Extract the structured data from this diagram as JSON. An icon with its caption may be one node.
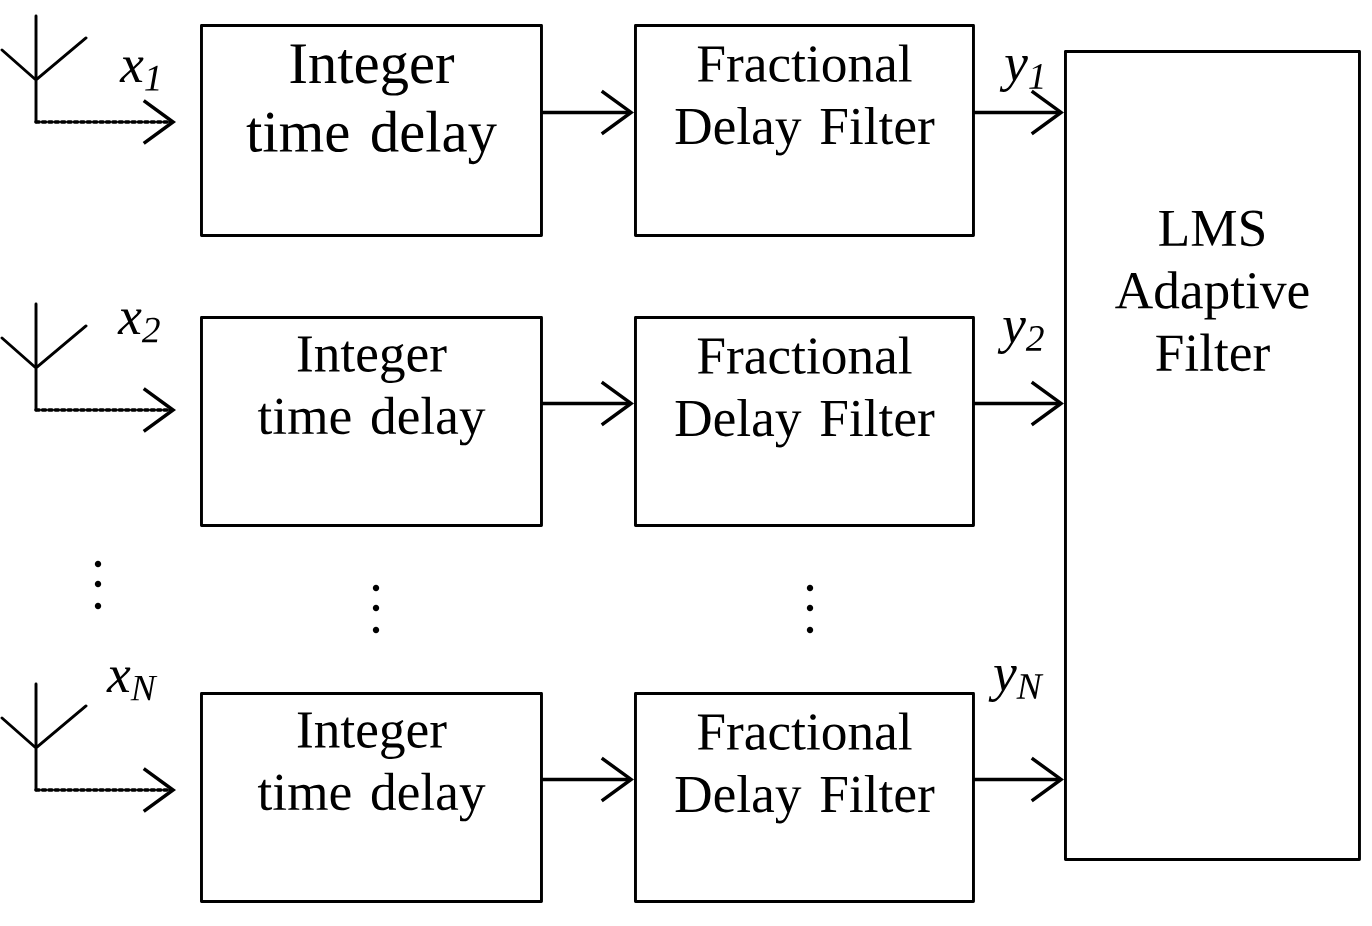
{
  "diagram": {
    "nodes": [
      {
        "text": [],
        "shape": "antenna"
      },
      {
        "text": [
          "Integer time delay"
        ]
      },
      {
        "text": [
          "Fractional Delay Filter"
        ]
      },
      {
        "text": [
          "LMS Adaptive Filter"
        ]
      },
      {
        "text": [],
        "shape": "antenna"
      },
      {
        "text": [
          "Integer time delay"
        ]
      },
      {
        "text": [
          "Fractional Delay Filter"
        ]
      },
      {
        "text": [],
        "shape": "antenna"
      },
      {
        "text": [
          "Integer time delay"
        ]
      },
      {
        "text": [
          "Fractional Delay Filter"
        ]
      }
    ],
    "edges": [
      {
        "from": 0,
        "to": 1,
        "arrow": "to",
        "style": "dashed",
        "label": "x$_{1}$"
      },
      {
        "from": 1,
        "to": 2,
        "arrow": "to"
      },
      {
        "from": 2,
        "to": 3,
        "arrow": "to",
        "label": "y$_{1}$"
      },
      {
        "from": 4,
        "to": 5,
        "arrow": "to",
        "style": "dashed",
        "label": "x$_{2}$"
      },
      {
        "from": 5,
        "to": 6,
        "arrow": "to"
      },
      {
        "from": 6,
        "to": 3,
        "arrow": "to",
        "label": "y$_{2}$"
      },
      {
        "from": 7,
        "to": 8,
        "arrow": "to",
        "style": "dashed",
        "label": "x$_{N}$"
      },
      {
        "from": 8,
        "to": 9,
        "arrow": "to"
      },
      {
        "from": 9,
        "to": 3,
        "arrow": "to",
        "label": "y$_{N}$"
      }
    ]
  }
}
